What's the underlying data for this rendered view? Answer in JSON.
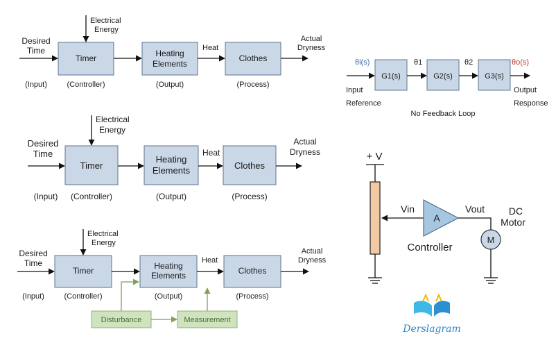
{
  "diagram1": {
    "input_top": "Desired",
    "input_bottom": "Time",
    "input_caption": "(Input)",
    "energy_top": "Electrical",
    "energy_bottom": "Energy",
    "timer": "Timer",
    "timer_caption": "(Controller)",
    "heating_top": "Heating",
    "heating_bottom": "Elements",
    "heating_caption": "(Output)",
    "heat": "Heat",
    "clothes": "Clothes",
    "clothes_caption": "(Process)",
    "output_top": "Actual",
    "output_bottom": "Dryness"
  },
  "diagram2": {
    "input_top": "Desired",
    "input_bottom": "Time",
    "input_caption": "(Input)",
    "energy_top": "Electrical",
    "energy_bottom": "Energy",
    "timer": "Timer",
    "timer_caption": "(Controller)",
    "heating_top": "Heating",
    "heating_bottom": "Elements",
    "heating_caption": "(Output)",
    "heat": "Heat",
    "clothes": "Clothes",
    "clothes_caption": "(Process)",
    "output_top": "Actual",
    "output_bottom": "Dryness"
  },
  "diagram3": {
    "input_top": "Desired",
    "input_bottom": "Time",
    "input_caption": "(Input)",
    "energy_top": "Electrical",
    "energy_bottom": "Energy",
    "timer": "Timer",
    "timer_caption": "(Controller)",
    "heating_top": "Heating",
    "heating_bottom": "Elements",
    "heating_caption": "(Output)",
    "heat": "Heat",
    "clothes": "Clothes",
    "clothes_caption": "(Process)",
    "output_top": "Actual",
    "output_bottom": "Dryness",
    "disturbance": "Disturbance",
    "measurement": "Measurement"
  },
  "transfer": {
    "input_signal": "θi(s)",
    "g1": "G1(s)",
    "theta1": "θ1",
    "g2": "G2(s)",
    "theta2": "θ2",
    "g3": "G3(s)",
    "output_signal": "θo(s)",
    "input_top": "Input",
    "input_bottom": "Reference",
    "output_top": "Output",
    "output_bottom": "Response",
    "caption": "No Feedback Loop"
  },
  "motor": {
    "supply": "+ V",
    "vin": "Vin",
    "amp": "A",
    "vout": "Vout",
    "controller": "Controller",
    "motor_top": "DC",
    "motor_bottom": "Motor",
    "motor_symbol": "M"
  },
  "logo": {
    "text": "Derslagram",
    "icon": "book-icon"
  },
  "colors": {
    "block_fill": "#c9d7e6",
    "block_border": "#5d7590",
    "feedback_green": "#cfe3bf",
    "potentiometer": "#f2c9a3",
    "brand_blue": "#2f86c7"
  }
}
